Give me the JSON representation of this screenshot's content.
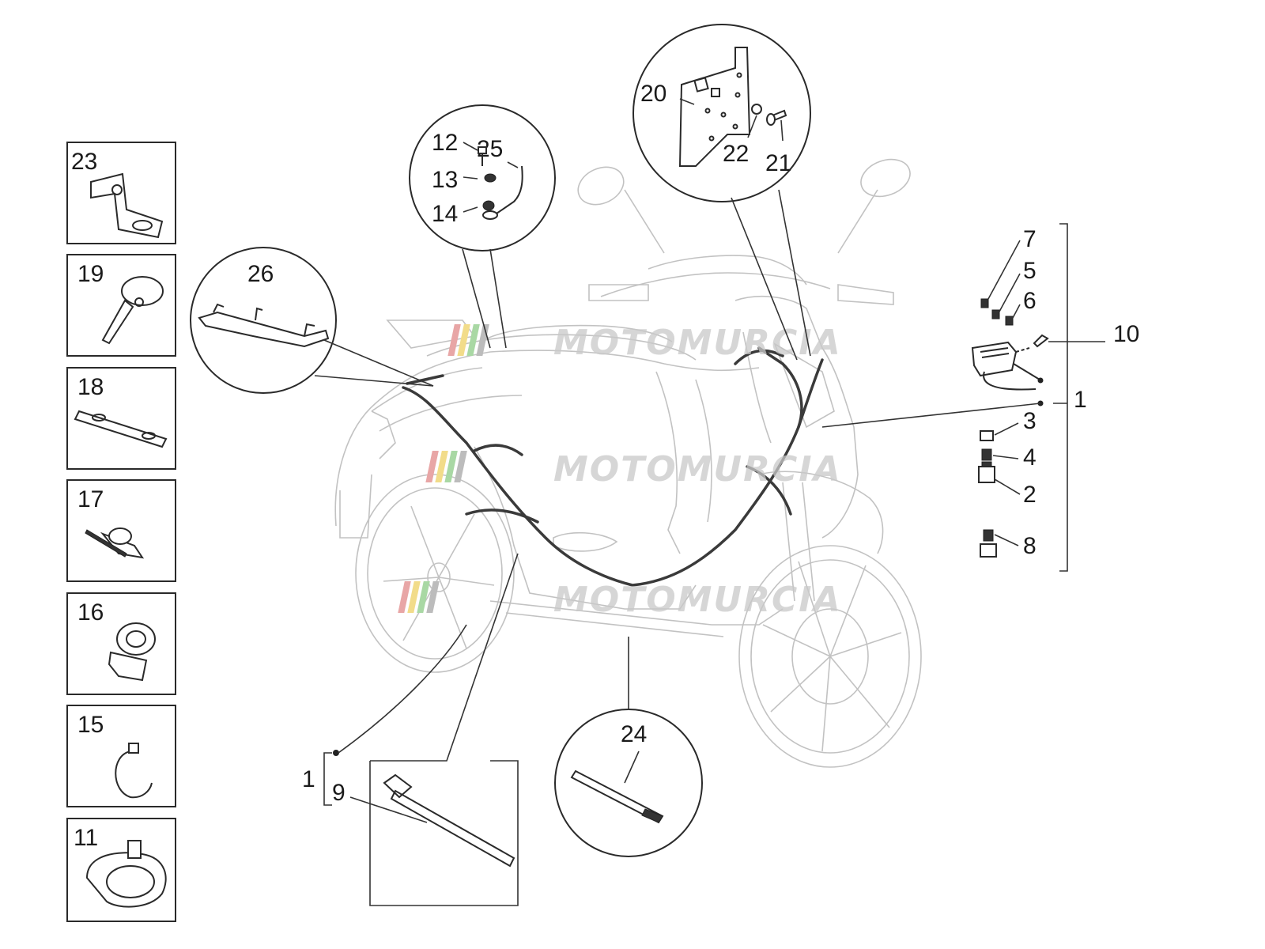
{
  "labels": {
    "n1": "1",
    "n2": "2",
    "n3": "3",
    "n4": "4",
    "n5": "5",
    "n6": "6",
    "n7": "7",
    "n8": "8",
    "n9": "9",
    "n10": "10",
    "n11": "11",
    "n12": "12",
    "n13": "13",
    "n14": "14",
    "n15": "15",
    "n16": "16",
    "n17": "17",
    "n18": "18",
    "n19": "19",
    "n20": "20",
    "n21": "21",
    "n22": "22",
    "n23": "23",
    "n24": "24",
    "n25": "25",
    "n26": "26"
  },
  "watermark": {
    "text": "MOTOMURCIA",
    "stripe_colors": [
      "#e8a6a6",
      "#f2dc8a",
      "#a9d8a4",
      "#bcbcbc"
    ]
  }
}
